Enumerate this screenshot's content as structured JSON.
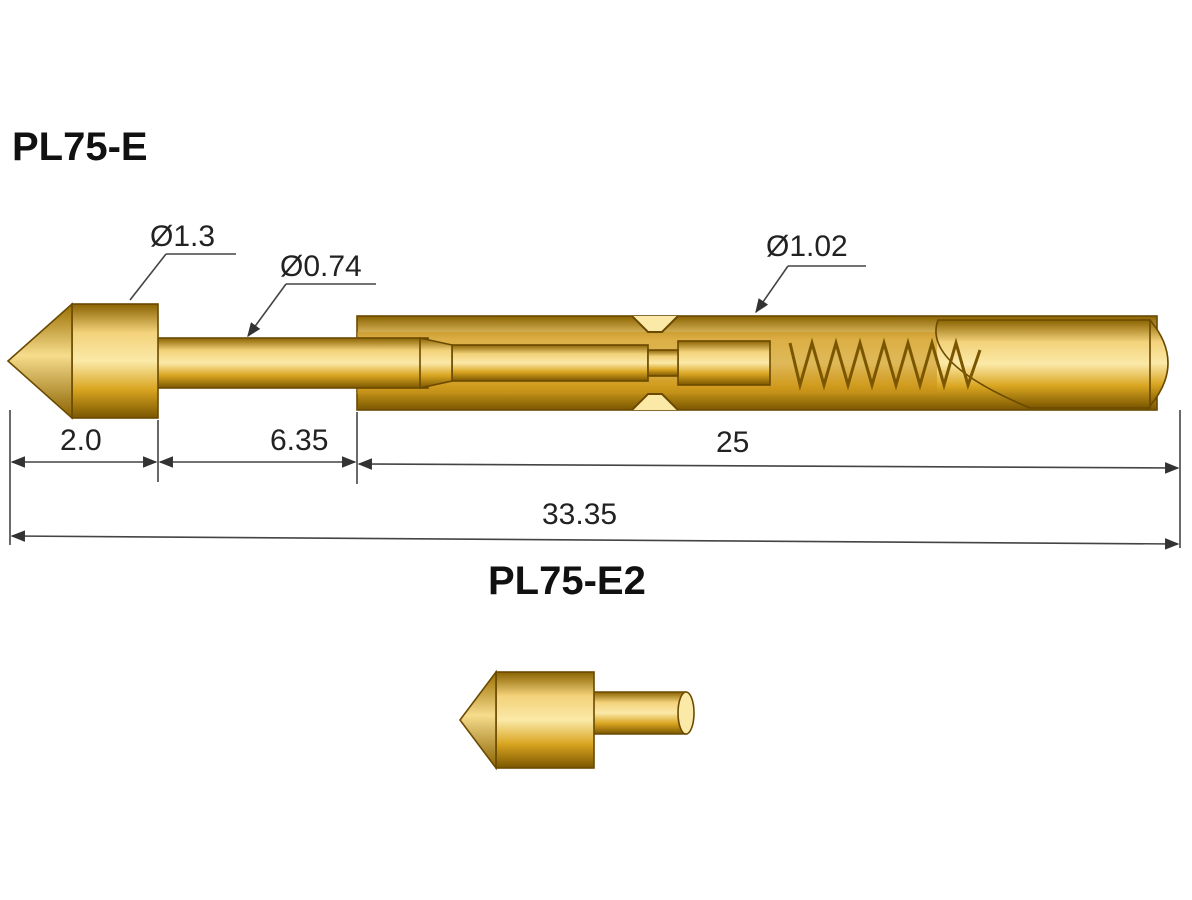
{
  "titles": {
    "top": "PL75-E",
    "bottom": "PL75-E2"
  },
  "diameters": {
    "head": "Ø1.3",
    "plunger": "Ø0.74",
    "barrel": "Ø1.02"
  },
  "lengths": {
    "tip": "2.0",
    "plunger": "6.35",
    "barrel": "25",
    "total": "33.35"
  },
  "colors": {
    "gold_light": "#f3d27a",
    "gold_mid": "#d9a520",
    "gold_dark": "#8a6200"
  }
}
